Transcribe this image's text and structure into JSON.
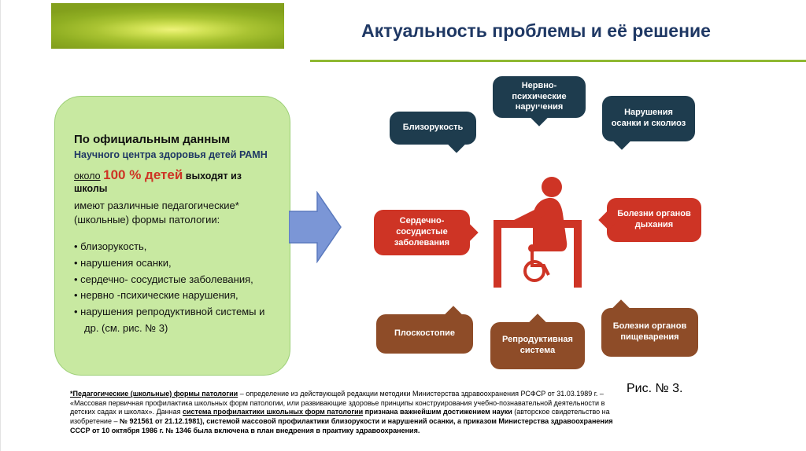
{
  "header": {
    "title": "Актуальность проблемы и её решение"
  },
  "colors": {
    "accent_red": "#ce3425",
    "navy": "#1e3c4e",
    "brown": "#8e4c28",
    "green_line": "#8fb832",
    "arrow_blue": "#7b96d6",
    "title_navy": "#1f3864",
    "green_box": "#c8e9a1"
  },
  "info_box": {
    "heading": "По официальным  данным",
    "subheading": "Научного центра здоровья детей РАМН",
    "stat": {
      "prefix": "около",
      "value": "100 % детей",
      "suffix": "выходят из школы"
    },
    "description": "имеют различные педагогические* (школьные) формы патологии:",
    "bullets": [
      "близорукость,",
      "нарушения осанки,",
      "сердечно- сосудистые заболевания,",
      "нервно -психические нарушения,",
      "нарушения репродуктивной системы и др. (см. рис. № 3)"
    ]
  },
  "diagram": {
    "center_icon": "student-at-desk-icon",
    "bubbles": [
      {
        "label": "Близорукость",
        "color": "#1e3c4e"
      },
      {
        "label": "Нервно-психические нарушения",
        "color": "#1e3c4e"
      },
      {
        "label": "Нарушения осанки и сколиоз",
        "color": "#1e3c4e"
      },
      {
        "label": "Сердечно-сосудистые заболевания",
        "color": "#ce3425"
      },
      {
        "label": "Болезни органов дыхания",
        "color": "#ce3425"
      },
      {
        "label": "Плоскостопие",
        "color": "#8e4c28"
      },
      {
        "label": "Репродуктивная система",
        "color": "#8e4c28"
      },
      {
        "label": "Болезни органов пищеварения",
        "color": "#8e4c28"
      }
    ]
  },
  "footnote": {
    "segments": [
      {
        "text": "*Педагогические (школьные) формы патологии",
        "bold": true,
        "underline": true
      },
      {
        "text": " – определение из действующей редакции методики Министерства здравоохранения РСФСР от 31.03.1989 г. – «Массовая первичная профилактика школьных форм патологии, или развивающие здоровье принципы конструирования учебно-познавательной деятельности в детских садах и школах». Данная ",
        "bold": false,
        "underline": false
      },
      {
        "text": "система профилактики  школьных форм патологии",
        "bold": true,
        "underline": true
      },
      {
        "text": " признана важнейшим достижением науки",
        "bold": true,
        "underline": false
      },
      {
        "text": " (авторское свидетельство на изобретение – ",
        "bold": false,
        "underline": false
      },
      {
        "text": "№ 921561 от 21.12.1981)",
        "bold": true,
        "underline": false
      },
      {
        "text": ", системой массовой профилактики  близорукости и нарушений осанки, а приказом Министерства  здравоохранения СССР от 10 октября 1986 г. № 1346 была включена в план внедрения в практику здравоохранения.",
        "bold": true,
        "underline": false
      }
    ]
  },
  "figure_caption": "Рис. № 3."
}
